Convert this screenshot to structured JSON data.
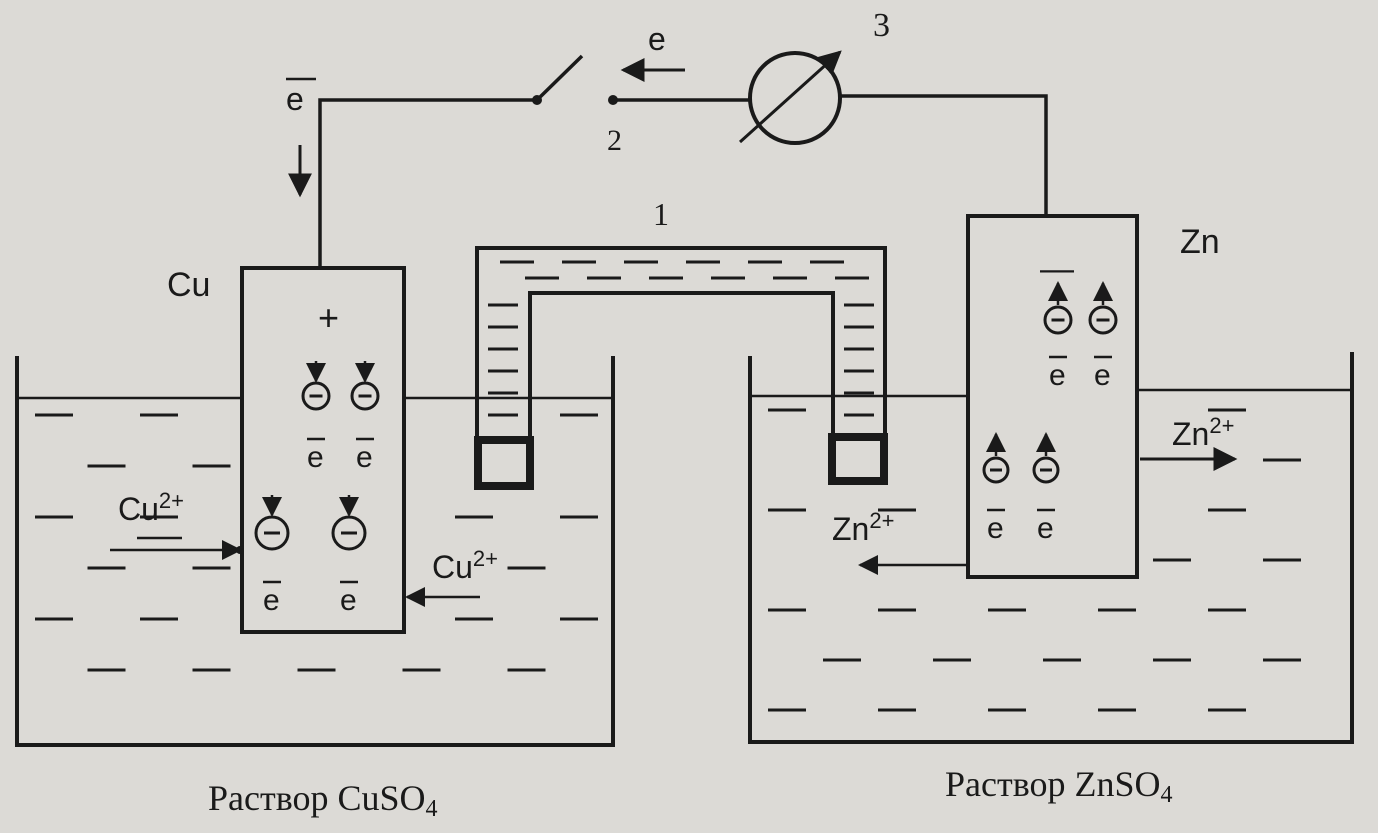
{
  "labels": {
    "cu_electrode": "Cu",
    "zn_electrode": "Zn",
    "salt_bridge_number": "1",
    "switch_number": "2",
    "meter_number": "3",
    "electron_wire": "e",
    "electron_arrow": "e",
    "plus_sign": "+",
    "minus_sign": "—",
    "electron_symbol": "e",
    "cu_ion_left": "Cu",
    "cu_ion_right": "Cu",
    "cu_ion_charge": "2+",
    "zn_ion_left": "Zn",
    "zn_ion_right": "Zn",
    "zn_ion_charge": "2+",
    "solution_left": "Раствор CuSO",
    "solution_right": "Раствор ZnSO",
    "sulfate_subscript": "4"
  },
  "colors": {
    "line": "#1a1a1a",
    "paper": "#dcdad6"
  }
}
